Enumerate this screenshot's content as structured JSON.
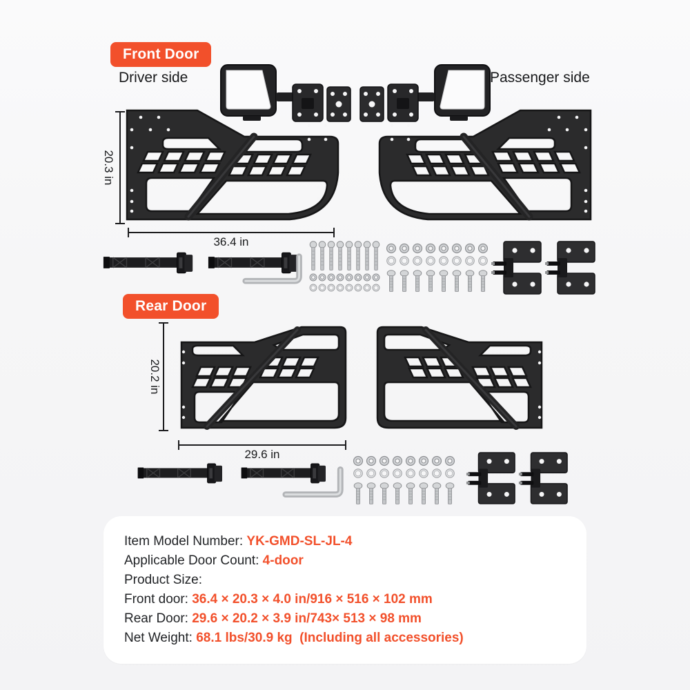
{
  "colors": {
    "accent": "#F2502B",
    "background": "#f6f6f7",
    "panel": "#ffffff",
    "metal_dark": "#272727",
    "hardware_silver": "#c7c9cc",
    "text": "#1a1a1c"
  },
  "front": {
    "badge": "Front Door",
    "driver_label": "Driver side",
    "passenger_label": "Passenger side",
    "height": "20.3 in",
    "width": "36.4 in"
  },
  "rear": {
    "badge": "Rear Door",
    "height": "20.2 in",
    "width": "29.6 in"
  },
  "hardware_icons": [
    "limit-strap-icon",
    "hex-key-icon",
    "long-bolts-icon",
    "nuts-icon",
    "washers-icon",
    "short-bolts-icon",
    "door-hinges-icon",
    "mirror-icon",
    "mirror-bracket-icon"
  ],
  "specs": [
    {
      "label": "Item Model Number: ",
      "value": "YK-GMD-SL-JL-4"
    },
    {
      "label": "Applicable Door Count: ",
      "value": "4-door"
    },
    {
      "label": "Product Size:",
      "value": ""
    },
    {
      "label": "Front door: ",
      "value": "36.4 × 20.3 × 4.0 in/916 × 516 × 102 mm"
    },
    {
      "label": "Rear Door: ",
      "value": "29.6 × 20.2 × 3.9 in/743× 513 × 98 mm"
    },
    {
      "label": "Net Weight: ",
      "value": "68.1 lbs/30.9 kg  (Including all accessories)"
    }
  ]
}
